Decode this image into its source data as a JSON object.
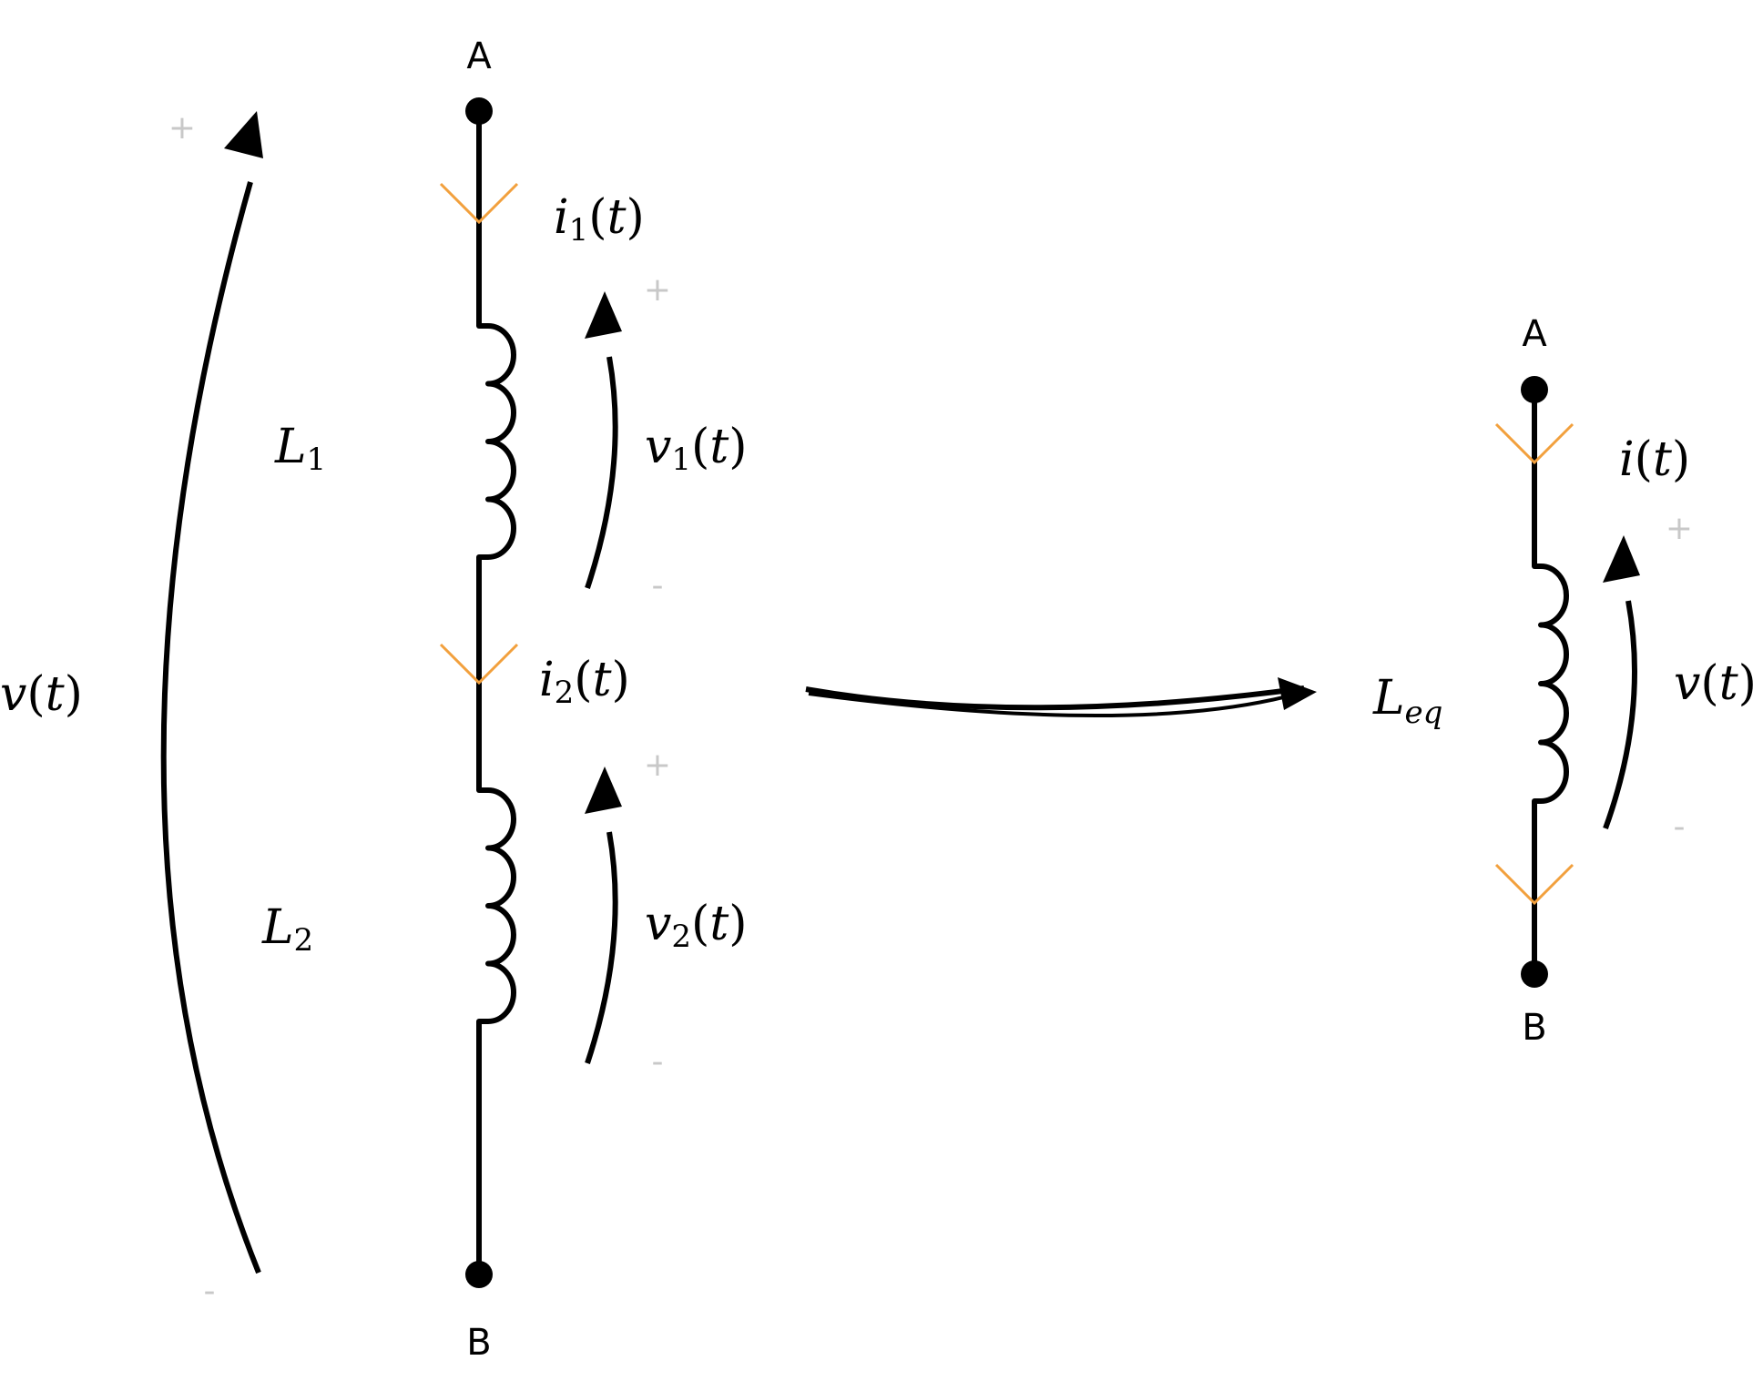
{
  "left_circuit": {
    "terminal_top": "A",
    "terminal_bottom": "B",
    "L1": {
      "symbol": "L",
      "sub": "1"
    },
    "L2": {
      "symbol": "L",
      "sub": "2"
    },
    "i1": {
      "sym": "i",
      "sub": "1",
      "open": "(",
      "arg": "t",
      "close": ")"
    },
    "i2": {
      "sym": "i",
      "sub": "2",
      "open": "(",
      "arg": "t",
      "close": ")"
    },
    "v1": {
      "sym": "v",
      "sub": "1",
      "open": "(",
      "arg": "t",
      "close": ")"
    },
    "v2": {
      "sym": "v",
      "sub": "2",
      "open": "(",
      "arg": "t",
      "close": ")"
    },
    "v_total": {
      "sym": "v",
      "open": "(",
      "arg": "t",
      "close": ")"
    },
    "plus": "+",
    "minus": "-"
  },
  "right_circuit": {
    "terminal_top": "A",
    "terminal_bottom": "B",
    "Leq": {
      "symbol": "L",
      "sub": "eq"
    },
    "i": {
      "sym": "i",
      "open": "(",
      "arg": "t",
      "close": ")"
    },
    "v": {
      "sym": "v",
      "open": "(",
      "arg": "t",
      "close": ")"
    },
    "plus": "+",
    "minus": "-"
  },
  "colors": {
    "wire": "#000000",
    "current_marker": "#f2a03d",
    "polarity_sign": "#c8c8c8"
  }
}
